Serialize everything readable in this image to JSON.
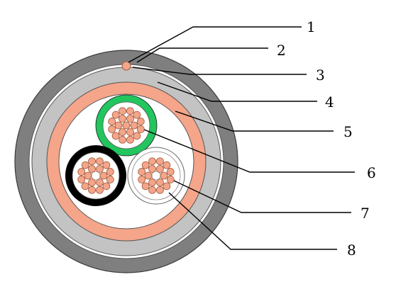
{
  "callouts": [
    "1",
    "2",
    "3",
    "4",
    "5",
    "6",
    "7",
    "8"
  ],
  "colors": {
    "outer_sheath": "#7f7f7f",
    "outer_sheath_edge": "#3a3a3a",
    "white_gap": "#ffffff",
    "bedding": "#c3c3c3",
    "copper_shield": "#f4a58a",
    "copper_strand": "#f4a58a",
    "strand_outline": "#a05a3c",
    "core_green": "#22c55e",
    "core_black": "#000000",
    "core_white": "#ffffff",
    "line": "#000000"
  }
}
